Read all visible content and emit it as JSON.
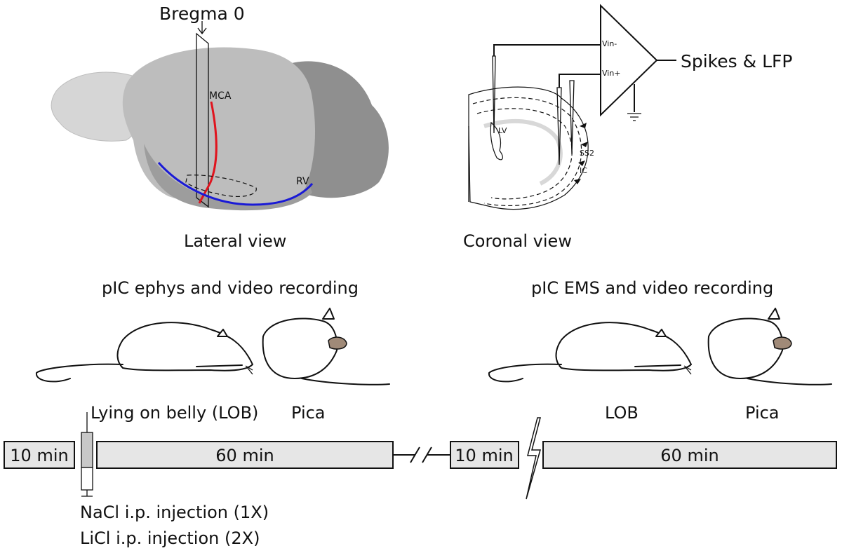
{
  "lateral": {
    "bregma_label": "Bregma 0",
    "mca_label": "MCA",
    "rv_label": "RV",
    "caption": "Lateral view",
    "colors": {
      "brain_light": "#d6d6d6",
      "brain_mid": "#bdbdbd",
      "brain_dark": "#8f8f8f",
      "mca": "#e0141e",
      "rv": "#1a1ad6"
    }
  },
  "coronal": {
    "caption": "Coronal view",
    "lv_label": "LV",
    "ss2_label": "SS2",
    "ic_label": "IC",
    "vin_minus": "Vin-",
    "vin_plus": "Vin+",
    "output_label": "Spikes & LFP"
  },
  "timeline": {
    "left_title": "pIC ephys and video recording",
    "right_title": "pIC EMS and video  recording",
    "left_states": [
      "Lying on belly (LOB)",
      "Pica"
    ],
    "right_states": [
      "LOB",
      "Pica"
    ],
    "boxes": [
      "10 min",
      "60 min",
      "10 min",
      "60 min"
    ],
    "injection_lines": [
      "NaCl i.p. injection (1X)",
      "LiCl i.p. injection (2X)"
    ]
  }
}
